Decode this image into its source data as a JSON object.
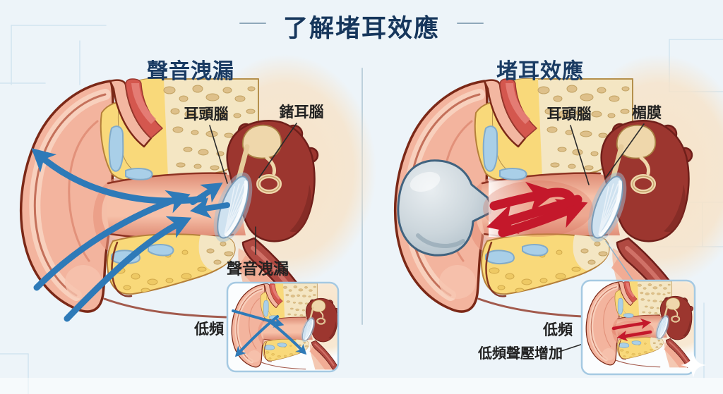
{
  "title": "了解堵耳效應",
  "left_panel": {
    "heading": "聲音洩漏",
    "label_eardrum": "耳頭腦",
    "label_ossicles": "鍺耳腦",
    "label_leak": "聲音洩漏",
    "label_low_freq": "低頻"
  },
  "right_panel": {
    "heading": "堵耳效應",
    "label_eardrum": "耳頭腦",
    "label_membrane": "楣膜",
    "label_low_freq": "低頻",
    "label_pressure": "低頻聲壓增加"
  },
  "icons": {
    "left_arrows": "blue-sound-leak-arrows",
    "right_arrows": "red-trapped-sound-arrows",
    "sparkle": "sparkle",
    "earplug": "gray-earplug-dome"
  },
  "colors": {
    "background": "#edf4f9",
    "grid_line": "#cfe2ee",
    "title_text": "#16365c",
    "heading_text": "#1a3b63",
    "label_text": "#222222",
    "divider": "#bdd0dc",
    "blue_arrow": "#2e7ab8",
    "red_arrow": "#c4182b",
    "skin": "#f3b49e",
    "skin_outline": "#7b2817",
    "bone_yellow": "#f9d97a",
    "bone_cream": "#f4e6c3",
    "cartilage_blue": "#a9cfe8",
    "muscle_red": "#d4574e",
    "cavity_red": "#9c362f",
    "ossicle_tan": "#efd7ab",
    "eardrum_blue": "#cfe2f0",
    "earplug_gray": "#c7d0d6",
    "inset_border": "#a5c9e2"
  }
}
